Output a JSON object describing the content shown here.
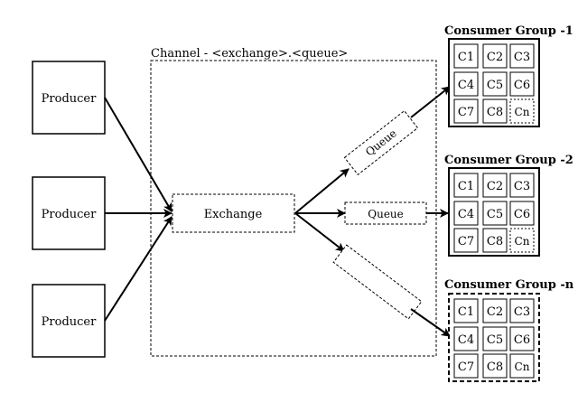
{
  "channel": {
    "label": "Channel - <exchange>.<queue>"
  },
  "producers": [
    {
      "label": "Producer"
    },
    {
      "label": "Producer"
    },
    {
      "label": "Producer"
    }
  ],
  "exchange": {
    "label": "Exchange"
  },
  "queues": [
    {
      "label": "Queue"
    },
    {
      "label": "Queue"
    },
    {
      "label": ""
    }
  ],
  "consumer_groups": [
    {
      "title": "Consumer Group -1",
      "border": "solid",
      "consumers": [
        "C1",
        "C2",
        "C3",
        "C4",
        "C5",
        "C6",
        "C7",
        "C8",
        "Cn"
      ]
    },
    {
      "title": "Consumer Group -2",
      "border": "solid",
      "consumers": [
        "C1",
        "C2",
        "C3",
        "C4",
        "C5",
        "C6",
        "C7",
        "C8",
        "Cn"
      ]
    },
    {
      "title": "Consumer Group -n",
      "border": "dashed",
      "consumers": [
        "C1",
        "C2",
        "C3",
        "C4",
        "C5",
        "C6",
        "C7",
        "C8",
        "Cn"
      ]
    }
  ],
  "colors": {
    "stroke": "#000000",
    "background": "#ffffff"
  }
}
